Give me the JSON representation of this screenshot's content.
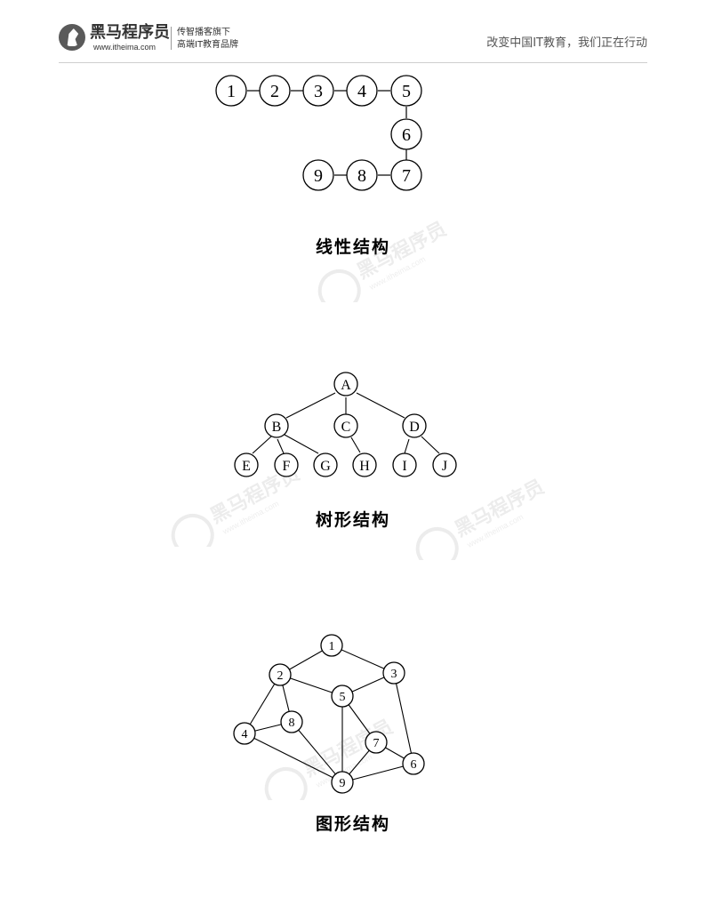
{
  "header": {
    "brand_name": "黑马程序员",
    "brand_url": "www.itheima.com",
    "tagline_line1": "传智播客旗下",
    "tagline_line2": "高端IT教育品牌",
    "slogan": "改变中国IT教育，我们正在行动"
  },
  "watermark": {
    "text": "黑马程序员",
    "url": "www.itheima.com"
  },
  "linear": {
    "caption": "线性结构",
    "nodes": [
      "1",
      "2",
      "3",
      "4",
      "5",
      "6",
      "7",
      "8",
      "9"
    ]
  },
  "tree": {
    "caption": "树形结构",
    "nodes": [
      "A",
      "B",
      "C",
      "D",
      "E",
      "F",
      "G",
      "H",
      "I",
      "J"
    ]
  },
  "graph": {
    "caption": "图形结构",
    "nodes": [
      "1",
      "2",
      "3",
      "4",
      "5",
      "6",
      "7",
      "8",
      "9"
    ]
  }
}
